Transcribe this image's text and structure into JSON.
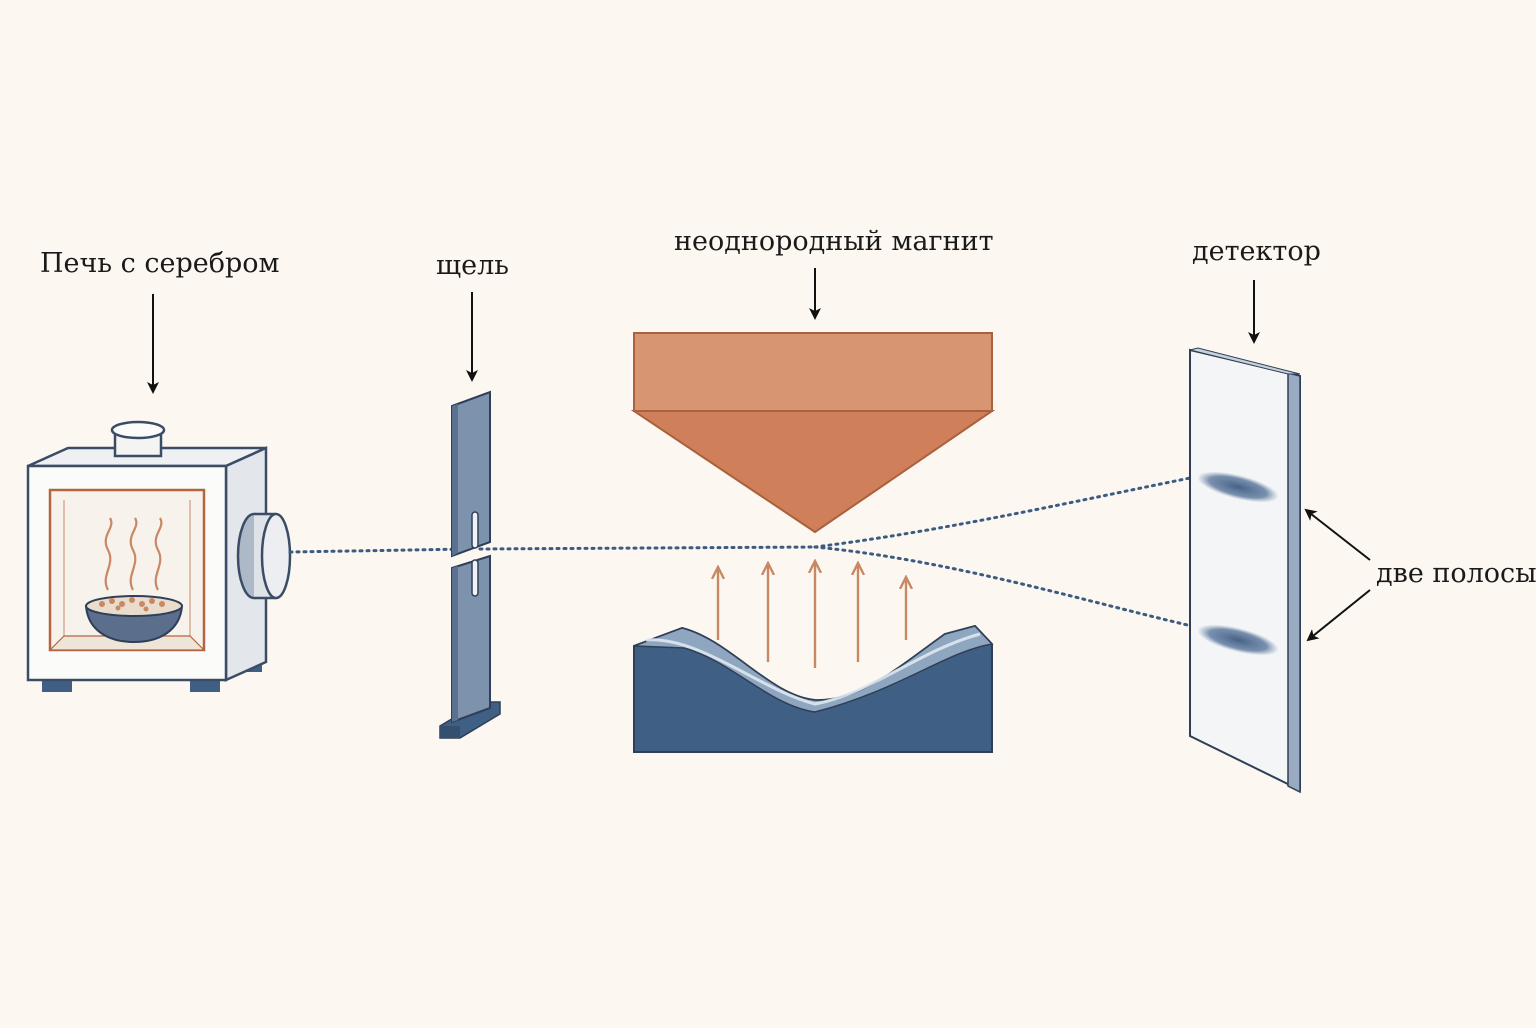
{
  "labels": {
    "oven": "Печь с серебром",
    "slit": "щель",
    "magnet": "неоднородный магнит",
    "detector": "детектор",
    "two_bands": "две полосы"
  },
  "colors": {
    "background": "#fcf8f1",
    "beam": "#3d5a80",
    "magnet_top": "#d4825e",
    "magnet_bottom": "#3f5f85",
    "field_arrows": "#c98864",
    "oven_inner": "#b3653f",
    "metal": "#7d93ad"
  },
  "icons": [
    "oven-icon",
    "slit-icon",
    "magnet-icon",
    "detector-icon",
    "arrow-icon"
  ]
}
